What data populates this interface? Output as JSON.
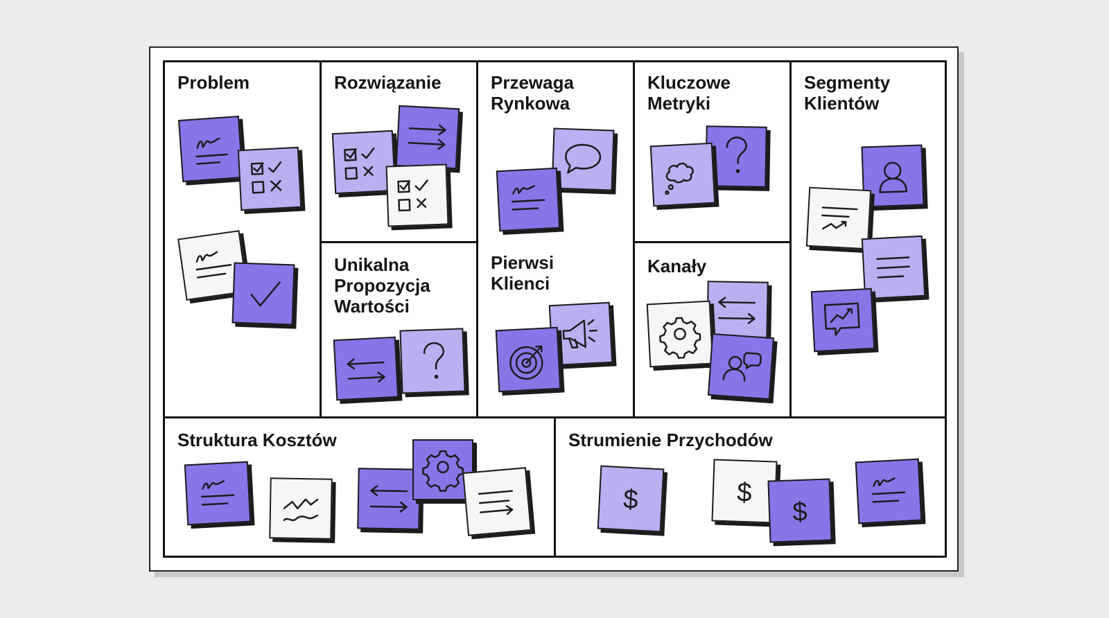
{
  "canvas": {
    "sections": {
      "problem": "Problem",
      "solution": "Rozwiązanie",
      "unfair_advantage": "Przewaga\nRynkowa",
      "key_metrics": "Kluczowe\nMetryki",
      "customer_segments": "Segmenty\nKlientów",
      "unique_value_proposition": "Unikalna\nPropozycja\nWartości",
      "early_adopters": "Pierwsi\nKlienci",
      "channels": "Kanały",
      "cost_structure": "Struktura Kosztów",
      "revenue_streams": "Strumienie Przychodów"
    }
  },
  "colors": {
    "note_dark": "#8676e8",
    "note_light": "#b9b0f1",
    "note_white": "#f6f6f6",
    "border": "#111111"
  },
  "icons": {
    "problem": [
      "notes-icon",
      "checklist-icon",
      "notes-icon",
      "checkmark-icon"
    ],
    "solution": [
      "checklist-icon",
      "arrows-icon",
      "checklist-icon"
    ],
    "unfair_advantage": [
      "speech-bubble-icon",
      "notes-icon"
    ],
    "key_metrics": [
      "thought-cloud-icon",
      "question-mark-icon"
    ],
    "customer_segments": [
      "user-icon",
      "trend-chart-icon",
      "lines-icon",
      "chart-bubble-icon"
    ],
    "unique_value_proposition": [
      "arrows-icon",
      "question-mark-icon"
    ],
    "early_adopters": [
      "target-icon",
      "megaphone-icon"
    ],
    "channels": [
      "gear-icon",
      "arrows-icon",
      "users-chat-icon"
    ],
    "cost_structure": [
      "notes-icon",
      "zigzag-chart-icon",
      "arrows-icon",
      "gear-icon",
      "arrow-lines-icon"
    ],
    "revenue_streams": [
      "dollar-icon",
      "dollar-icon",
      "dollar-icon",
      "notes-icon"
    ]
  }
}
